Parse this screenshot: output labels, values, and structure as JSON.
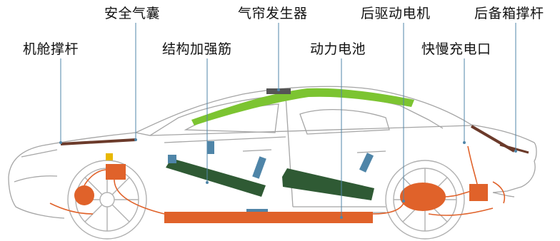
{
  "labels": {
    "hood_strut": "机舱撑杆",
    "airbag": "安全气囊",
    "curtain_airbag": "气帘发生器",
    "reinforcement": "结构加强筋",
    "battery": "动力电池",
    "rear_motor": "后驱动电机",
    "fast_charge": "快慢充电口",
    "trunk_strut": "后备箱撑杆"
  },
  "colors": {
    "curtain": "#7cc431",
    "battery": "#e0622a",
    "reinforcement": "#2f5a34",
    "accent_blue": "#4f85a8",
    "outline": "#9a9a9a",
    "leader": "#4f85a8"
  }
}
